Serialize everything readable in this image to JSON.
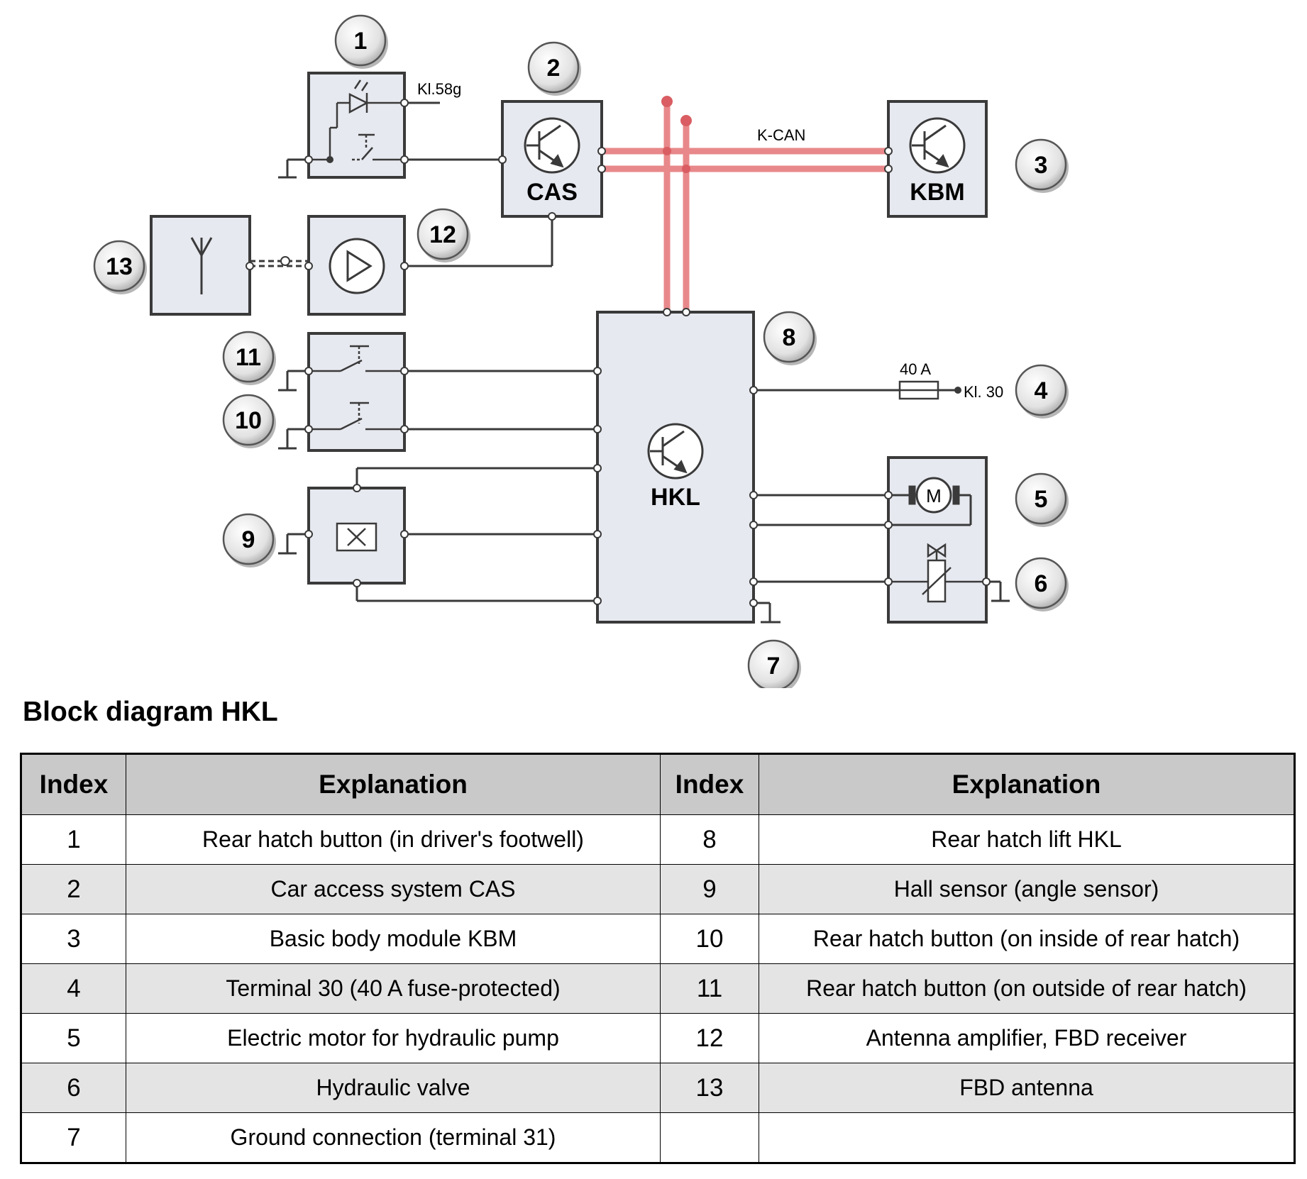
{
  "diagram": {
    "badges": [
      "1",
      "2",
      "3",
      "4",
      "5",
      "6",
      "7",
      "8",
      "9",
      "10",
      "11",
      "12",
      "13"
    ],
    "modules": {
      "cas": "CAS",
      "kbm": "KBM",
      "hkl": "HKL"
    },
    "signals": {
      "kl58g": "Kl.58g",
      "kcan": "K-CAN",
      "fuse": "40 A",
      "kl30": "Kl. 30",
      "motor": "M"
    },
    "colors": {
      "bus": "#e8888a",
      "box_fill": "#e7e9f0",
      "line": "#3a3a3a"
    },
    "icons": [
      "transistor-icon",
      "led-icon",
      "switch-icon",
      "antenna-icon",
      "amplifier-icon",
      "hall-sensor-icon",
      "motor-icon",
      "valve-icon",
      "fuse-icon",
      "ground-icon"
    ]
  },
  "caption": "Block diagram HKL",
  "table": {
    "headers": [
      "Index",
      "Explanation",
      "Index",
      "Explanation"
    ],
    "rows": [
      [
        "1",
        "Rear hatch button (in driver's footwell)",
        "8",
        "Rear hatch lift HKL"
      ],
      [
        "2",
        "Car access system CAS",
        "9",
        "Hall sensor (angle sensor)"
      ],
      [
        "3",
        "Basic body module KBM",
        "10",
        "Rear hatch button (on inside of rear hatch)"
      ],
      [
        "4",
        "Terminal 30 (40 A fuse-protected)",
        "11",
        "Rear hatch button (on outside of rear hatch)"
      ],
      [
        "5",
        "Electric motor for hydraulic pump",
        "12",
        "Antenna amplifier, FBD receiver"
      ],
      [
        "6",
        "Hydraulic valve",
        "13",
        "FBD antenna"
      ],
      [
        "7",
        "Ground connection (terminal 31)",
        "",
        ""
      ]
    ]
  }
}
